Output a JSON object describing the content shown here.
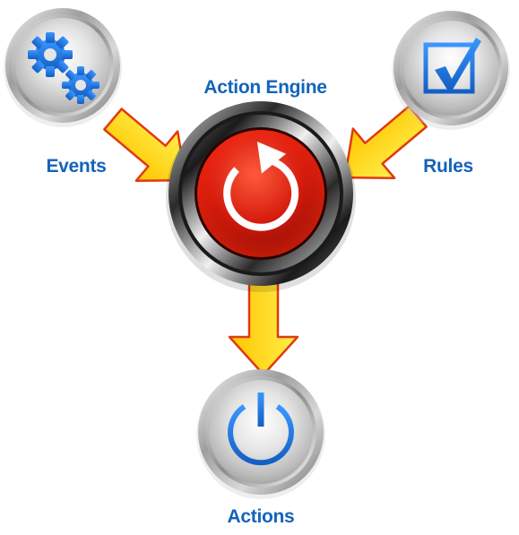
{
  "diagram": {
    "center": {
      "label": "Action Engine",
      "icon": "refresh-icon"
    },
    "inputs": [
      {
        "label": "Events",
        "icon": "gears-icon"
      },
      {
        "label": "Rules",
        "icon": "checkbox-icon"
      }
    ],
    "output": {
      "label": "Actions",
      "icon": "power-icon"
    }
  },
  "colors": {
    "label_text": "#1463b8",
    "icon_blue": "#1e73d8",
    "arrow_fill": "#ffd600",
    "arrow_stroke": "#e03a10",
    "engine_red": "#d41a0c",
    "metal_light": "#f2f2f2",
    "metal_dark": "#8a8a8a"
  }
}
